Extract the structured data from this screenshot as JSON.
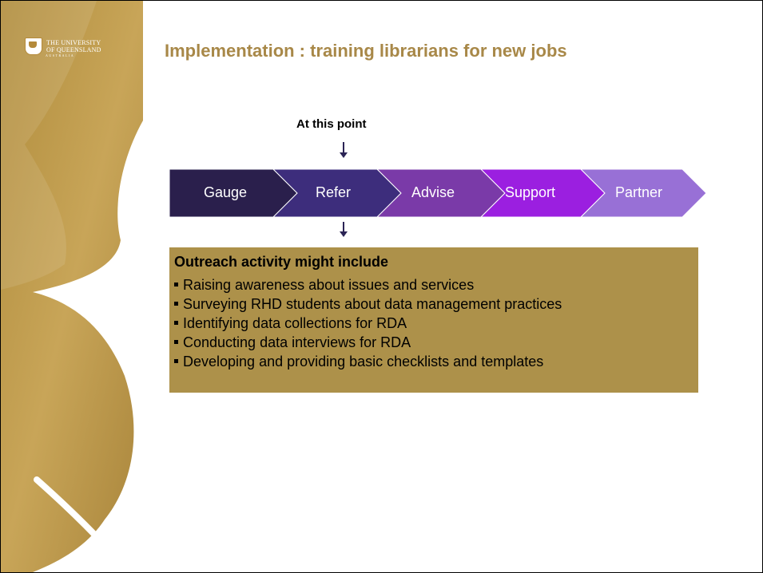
{
  "logo": {
    "line1": "THE UNIVERSITY",
    "line2": "OF QUEENSLAND",
    "line3": "AUSTRALIA"
  },
  "title": "Implementation : training librarians for new jobs",
  "point_label": "At this point",
  "process": {
    "steps": [
      {
        "label": "Gauge",
        "color": "#2a1f4c"
      },
      {
        "label": "Refer",
        "color": "#3d2d7c"
      },
      {
        "label": "Advise",
        "color": "#7a3aa8"
      },
      {
        "label": "Support",
        "color": "#9b1fe0"
      },
      {
        "label": "Partner",
        "color": "#9870d6"
      }
    ]
  },
  "outreach": {
    "title": "Outreach activity might include",
    "items": [
      "Raising awareness about issues and services",
      "Surveying RHD students about data management practices",
      "Identifying data collections for RDA",
      "Conducting data interviews for RDA",
      "Developing and providing basic checklists and templates"
    ]
  },
  "colors": {
    "gold": "#ad914a",
    "title": "#a88848"
  }
}
